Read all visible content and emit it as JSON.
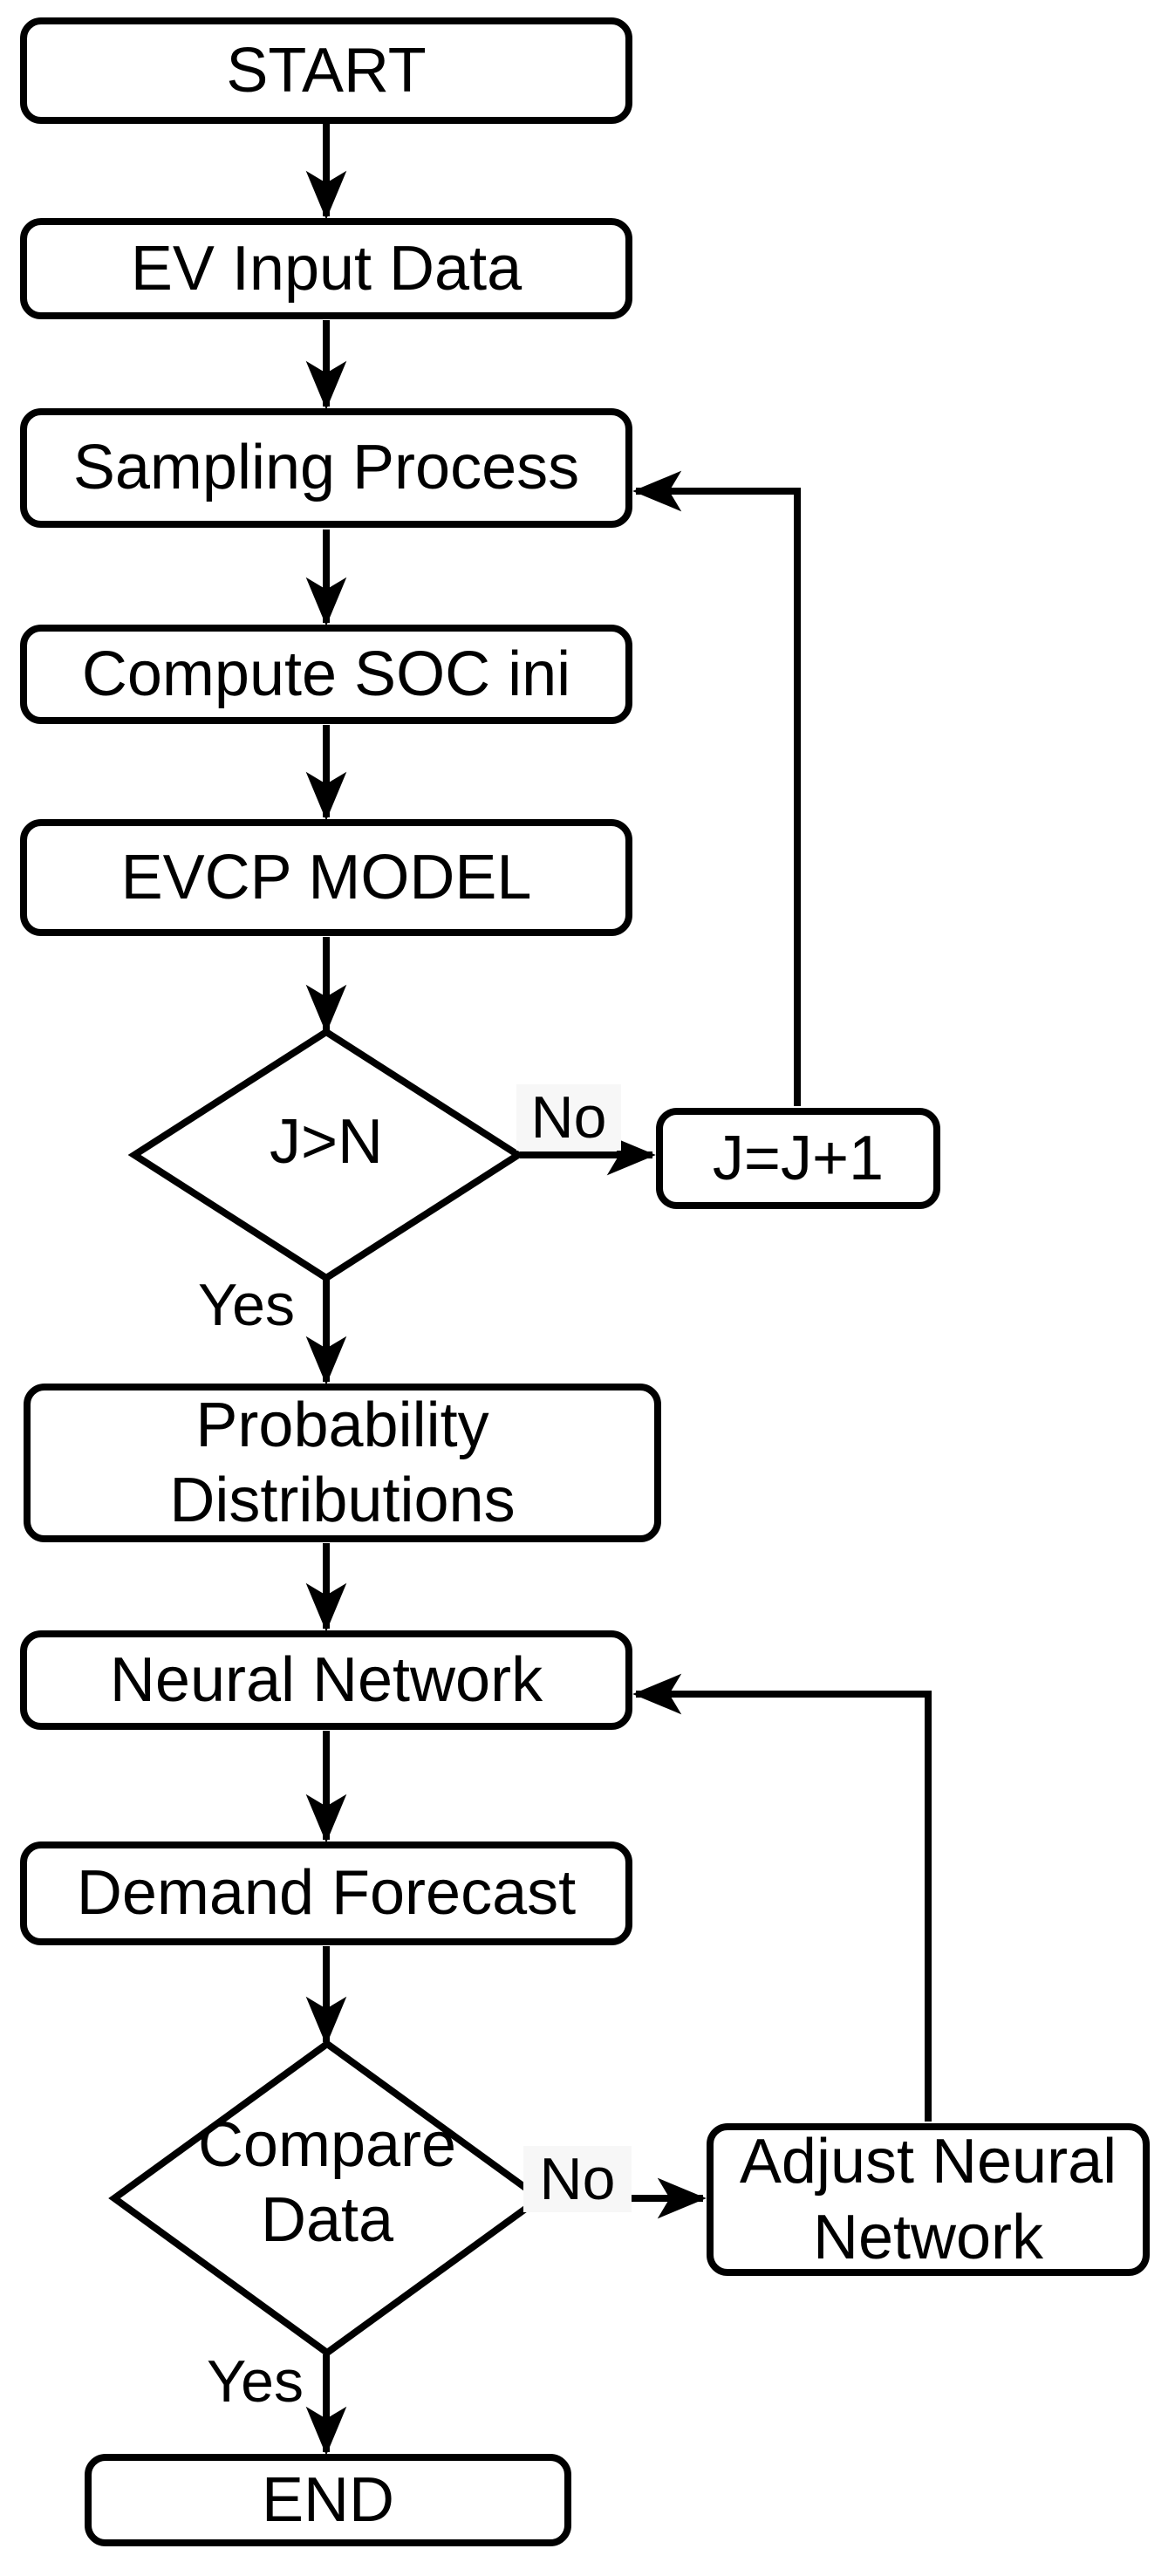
{
  "diagram": {
    "title": "EV charging demand forecast flowchart",
    "background_color": "#ffffff",
    "stroke_color": "#000000",
    "text_color": "#000000",
    "edge_label_background": "#f7f7f7",
    "nodes": {
      "start": {
        "label": "START",
        "shape": "rounded-rect"
      },
      "ev_input": {
        "label": "EV Input Data",
        "shape": "rounded-rect"
      },
      "sampling": {
        "label": "Sampling Process",
        "shape": "rounded-rect"
      },
      "compute_soc": {
        "label": "Compute SOC ini",
        "shape": "rounded-rect"
      },
      "evcp_model": {
        "label": "EVCP MODEL",
        "shape": "rounded-rect"
      },
      "j_gt_n": {
        "label": "J>N",
        "shape": "diamond"
      },
      "j_inc": {
        "label": "J=J+1",
        "shape": "rounded-rect"
      },
      "prob_dist": {
        "label": "Probability\nDistributions",
        "shape": "rounded-rect"
      },
      "neural_net": {
        "label": "Neural Network",
        "shape": "rounded-rect"
      },
      "demand": {
        "label": "Demand Forecast",
        "shape": "rounded-rect"
      },
      "compare": {
        "label": "Compare\nData",
        "shape": "diamond"
      },
      "adjust_nn": {
        "label": "Adjust Neural\nNetwork",
        "shape": "rounded-rect"
      },
      "end": {
        "label": "END",
        "shape": "rounded-rect"
      }
    },
    "edge_labels": {
      "j_no": "No",
      "j_yes": "Yes",
      "compare_no": "No",
      "compare_yes": "Yes"
    },
    "edges": [
      {
        "from": "START",
        "to": "EV Input Data"
      },
      {
        "from": "EV Input Data",
        "to": "Sampling Process"
      },
      {
        "from": "Sampling Process",
        "to": "Compute SOC ini"
      },
      {
        "from": "Compute SOC ini",
        "to": "EVCP MODEL"
      },
      {
        "from": "EVCP MODEL",
        "to": "J>N"
      },
      {
        "from": "J>N",
        "to": "J=J+1",
        "label": "No"
      },
      {
        "from": "J=J+1",
        "to": "Sampling Process"
      },
      {
        "from": "J>N",
        "to": "Probability Distributions",
        "label": "Yes"
      },
      {
        "from": "Probability Distributions",
        "to": "Neural Network"
      },
      {
        "from": "Neural Network",
        "to": "Demand Forecast"
      },
      {
        "from": "Demand Forecast",
        "to": "Compare Data"
      },
      {
        "from": "Compare Data",
        "to": "Adjust Neural Network",
        "label": "No"
      },
      {
        "from": "Adjust Neural Network",
        "to": "Neural Network"
      },
      {
        "from": "Compare Data",
        "to": "END",
        "label": "Yes"
      }
    ]
  }
}
